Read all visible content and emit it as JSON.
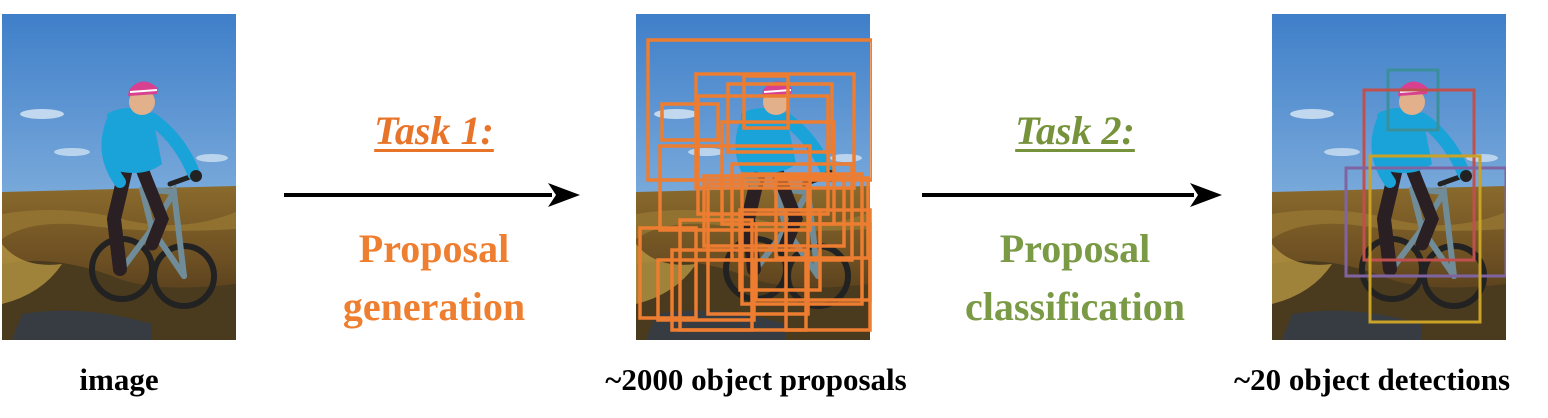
{
  "stages": [
    {
      "caption": "image"
    },
    {
      "caption": "~2000 object proposals"
    },
    {
      "caption": "~20 object detections"
    }
  ],
  "tasks": [
    {
      "title": "Task 1:",
      "line1": "Proposal",
      "line2": "generation",
      "color": "#ee7f31"
    },
    {
      "title": "Task 2:",
      "line1": "Proposal",
      "line2": "classification",
      "color": "#7a9a45"
    }
  ],
  "colors": {
    "proposal_box": "#ed7d31",
    "detection_boxes": [
      "#3a8f9a",
      "#c0504d",
      "#8064a2",
      "#c9a227"
    ],
    "arrow": "#000000"
  }
}
